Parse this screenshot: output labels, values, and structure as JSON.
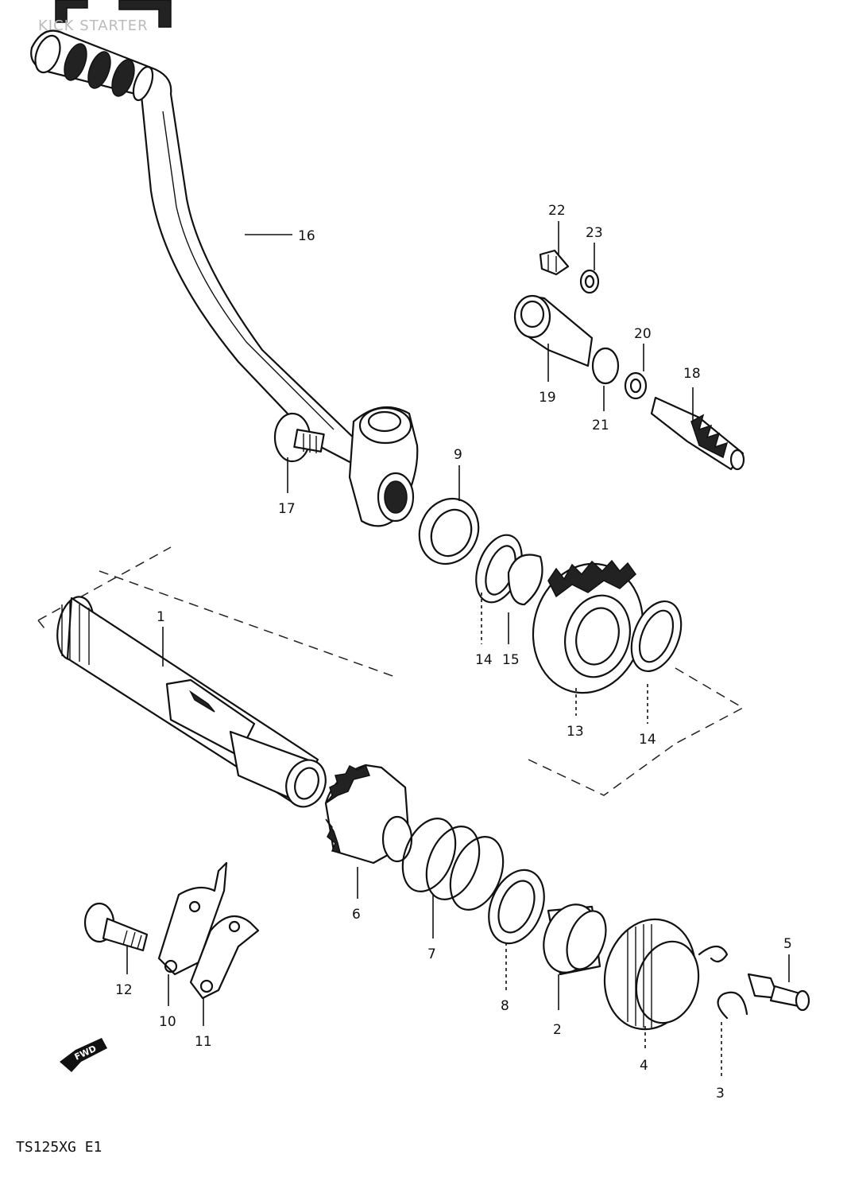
{
  "header": {
    "title": "KICK STARTER"
  },
  "footer": {
    "model_code": "TS125XG  E1"
  },
  "direction_marker": {
    "label": "FWD"
  },
  "callouts": {
    "c1": "1",
    "c2": "2",
    "c3": "3",
    "c4": "4",
    "c5": "5",
    "c6": "6",
    "c7": "7",
    "c8": "8",
    "c9": "9",
    "c10": "10",
    "c11": "11",
    "c12": "12",
    "c13": "13",
    "c14a": "14",
    "c14b": "14",
    "c15": "15",
    "c16": "16",
    "c17": "17",
    "c18": "18",
    "c19": "19",
    "c20": "20",
    "c21": "21",
    "c22": "22",
    "c23": "23"
  }
}
